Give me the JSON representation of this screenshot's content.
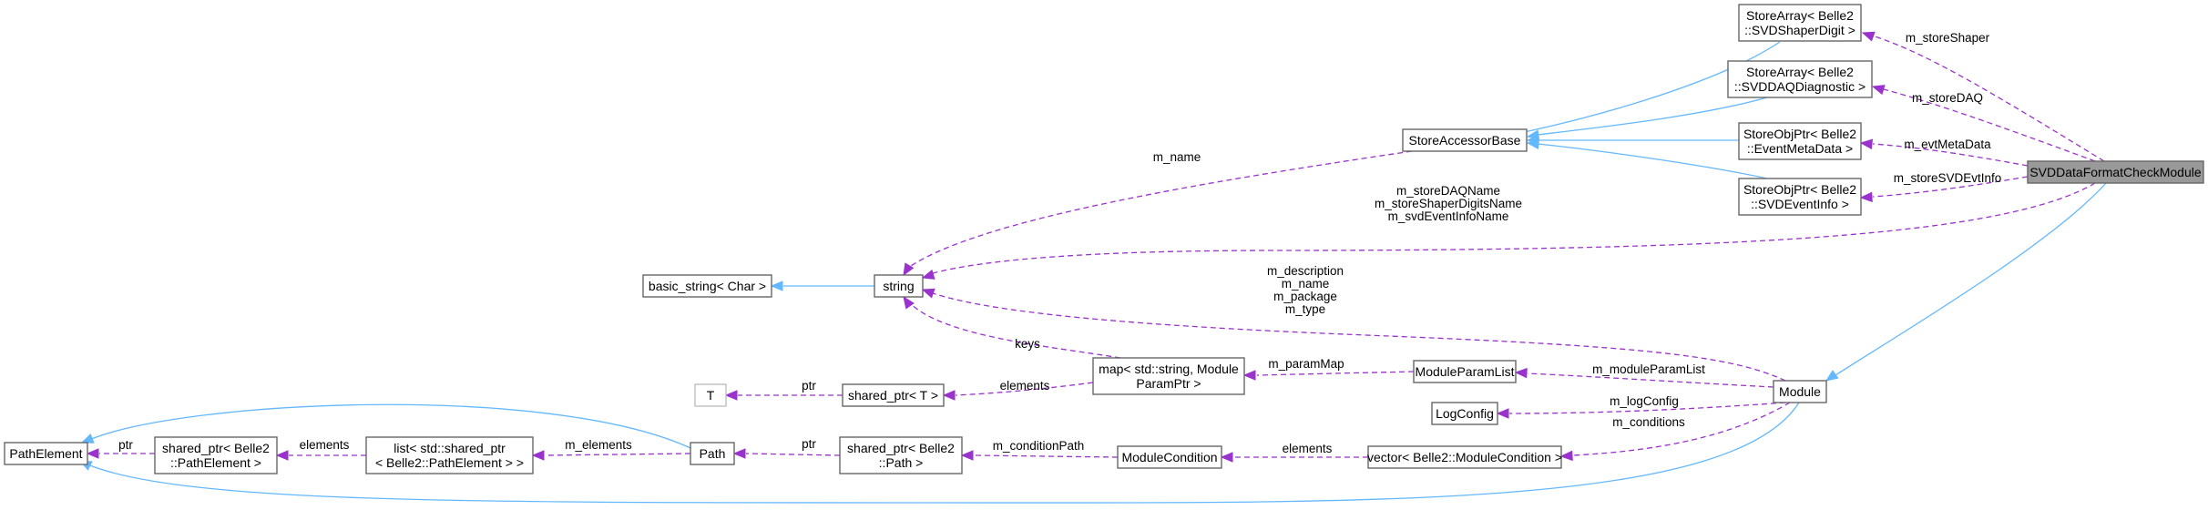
{
  "nodes": {
    "svd_check": {
      "lines": [
        "SVDDataFormatCheckModule"
      ]
    },
    "sa_shaper": {
      "lines": [
        "StoreArray< Belle2",
        "::SVDShaperDigit >"
      ]
    },
    "sa_daq": {
      "lines": [
        "StoreArray< Belle2",
        "::SVDDAQDiagnostic >"
      ]
    },
    "sop_evt": {
      "lines": [
        "StoreObjPtr< Belle2",
        "::EventMetaData >"
      ]
    },
    "sop_svd": {
      "lines": [
        "StoreObjPtr< Belle2",
        "::SVDEventInfo >"
      ]
    },
    "store_base": {
      "lines": [
        "StoreAccessorBase"
      ]
    },
    "basic_string": {
      "lines": [
        "basic_string< Char >"
      ]
    },
    "string": {
      "lines": [
        "string"
      ]
    },
    "t": {
      "lines": [
        "T"
      ]
    },
    "shared_t": {
      "lines": [
        "shared_ptr< T >"
      ]
    },
    "map": {
      "lines": [
        "map< std::string, Module",
        "ParamPtr >"
      ]
    },
    "param_list": {
      "lines": [
        "ModuleParamList"
      ]
    },
    "module": {
      "lines": [
        "Module"
      ]
    },
    "log_config": {
      "lines": [
        "LogConfig"
      ]
    },
    "path_element": {
      "lines": [
        "PathElement"
      ]
    },
    "sp_pathel": {
      "lines": [
        "shared_ptr< Belle2",
        "::PathElement >"
      ]
    },
    "list": {
      "lines": [
        "list< std::shared_ptr",
        "< Belle2::PathElement > >"
      ]
    },
    "path": {
      "lines": [
        "Path"
      ]
    },
    "sp_path": {
      "lines": [
        "shared_ptr< Belle2",
        "::Path >"
      ]
    },
    "mod_cond": {
      "lines": [
        "ModuleCondition"
      ]
    },
    "vec_cond": {
      "lines": [
        "vector< Belle2::ModuleCondition >"
      ]
    }
  },
  "edge_labels": {
    "store_shaper": [
      "m_storeShaper"
    ],
    "store_daq": [
      "m_storeDAQ"
    ],
    "evt_meta": [
      "m_evtMetaData"
    ],
    "store_svd_evt": [
      "m_storeSVDEvtInfo"
    ],
    "names": [
      "m_storeDAQName",
      "m_storeShaperDigitsName",
      "m_svdEventInfoName"
    ],
    "m_name": [
      "m_name"
    ],
    "module_strings": [
      "m_description",
      "m_name",
      "m_package",
      "m_type"
    ],
    "keys": [
      "keys"
    ],
    "ptr_t": [
      "ptr"
    ],
    "elements_map": [
      "elements"
    ],
    "param_map": [
      "m_paramMap"
    ],
    "module_param_list": [
      "m_moduleParamList"
    ],
    "log_config": [
      "m_logConfig"
    ],
    "conditions": [
      "m_conditions"
    ],
    "elements_cond": [
      "elements"
    ],
    "condition_path": [
      "m_conditionPath"
    ],
    "ptr_path": [
      "ptr"
    ],
    "m_elements": [
      "m_elements"
    ],
    "elements_list": [
      "elements"
    ],
    "ptr_pathel": [
      "ptr"
    ]
  },
  "colors": {
    "inheritance_edge": "#63b8ff",
    "usage_edge": "#9a32cd",
    "root_fill": "#999999",
    "node_border": "#666666",
    "template_param_border": "#bfbfbf"
  }
}
